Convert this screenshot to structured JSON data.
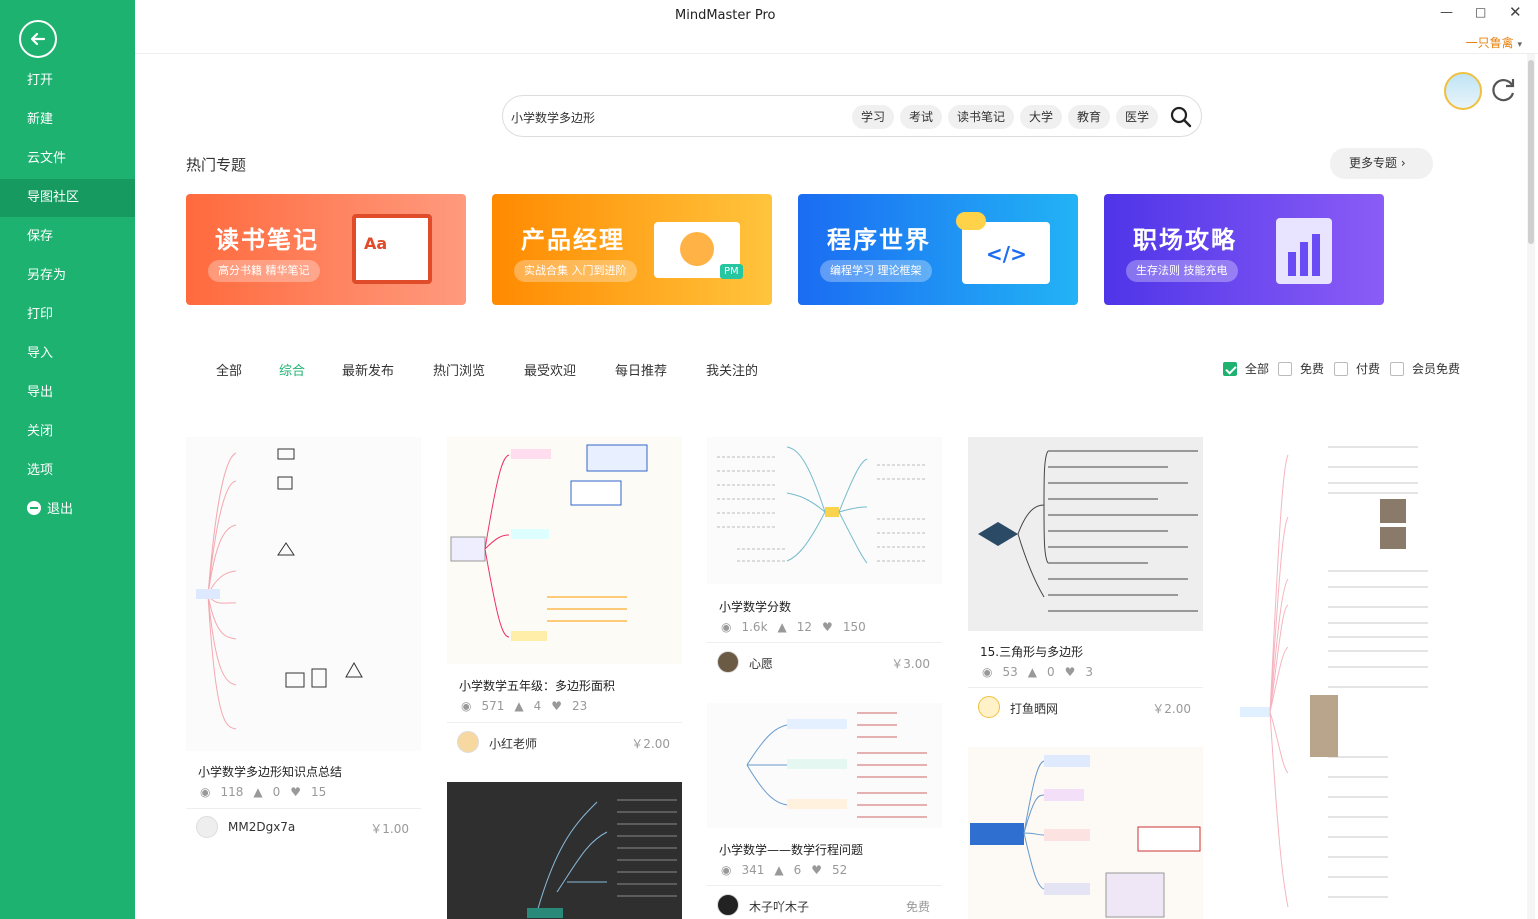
{
  "window": {
    "title": "MindMaster Pro",
    "user": "一只鲁禽"
  },
  "sidebar": {
    "items": [
      {
        "label": "打开"
      },
      {
        "label": "新建"
      },
      {
        "label": "云文件"
      },
      {
        "label": "导图社区"
      },
      {
        "label": "保存"
      },
      {
        "label": "另存为"
      },
      {
        "label": "打印"
      },
      {
        "label": "导入"
      },
      {
        "label": "导出"
      },
      {
        "label": "关闭"
      },
      {
        "label": "选项"
      },
      {
        "label": "退出"
      }
    ]
  },
  "search": {
    "value": "小学数学多边形",
    "chips": [
      "学习",
      "考试",
      "读书笔记",
      "大学",
      "教育",
      "医学"
    ]
  },
  "hot": {
    "title": "热门专题",
    "more": "更多专题",
    "banners": [
      {
        "title": "读书笔记",
        "sub": "高分书籍 精华笔记",
        "glyph": "Aa"
      },
      {
        "title": "产品经理",
        "sub": "实战合集 入门到进阶",
        "glyph": "PM"
      },
      {
        "title": "程序世界",
        "sub": "编程学习 理论框架",
        "glyph": "</>"
      },
      {
        "title": "职场攻略",
        "sub": "生存法则 技能充电",
        "glyph": ""
      }
    ]
  },
  "tabs": [
    "全部",
    "综合",
    "最新发布",
    "热门浏览",
    "最受欢迎",
    "每日推荐",
    "我关注的"
  ],
  "active_tab": "综合",
  "filters": [
    {
      "label": "全部",
      "checked": true
    },
    {
      "label": "免费",
      "checked": false
    },
    {
      "label": "付费",
      "checked": false
    },
    {
      "label": "会员免费",
      "checked": false
    }
  ],
  "cards": [
    {
      "title": "小学数学多边形知识点总结",
      "views": "118",
      "likes": "0",
      "favs": "15",
      "author": "MM2Dgx7a",
      "price": "￥1.00"
    },
    {
      "title": "小学数学五年级：多边形面积",
      "views": "571",
      "likes": "4",
      "favs": "23",
      "author": "小红老师",
      "price": "￥2.00"
    },
    {
      "title": "小学数学分数",
      "views": "1.6k",
      "likes": "12",
      "favs": "150",
      "author": "心愿",
      "price": "￥3.00"
    },
    {
      "title": "15.三角形与多边形",
      "views": "53",
      "likes": "0",
      "favs": "3",
      "author": "打鱼晒网",
      "price": "￥2.00"
    },
    {
      "title": "小学数学——数学行程问题",
      "views": "341",
      "likes": "6",
      "favs": "52",
      "author": "木子吖木子",
      "price": "免费"
    }
  ],
  "colors": {
    "brand": "#1db270",
    "accent": "#e8810c"
  }
}
